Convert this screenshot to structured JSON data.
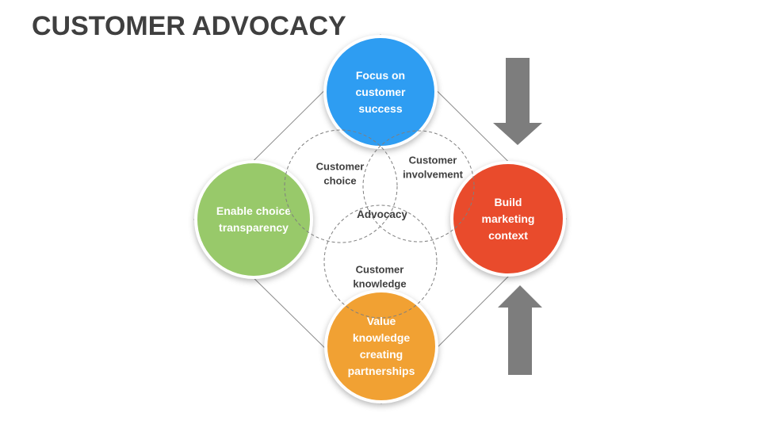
{
  "slide": {
    "title": "CUSTOMER ADVOCACY"
  },
  "nodes": {
    "top": {
      "label": "Focus on\ncustomer\nsuccess",
      "color": "#2e9df2"
    },
    "left": {
      "label": "Enable choice\ntransparency",
      "color": "#98c96a"
    },
    "right": {
      "label": "Build\nmarketing\ncontext",
      "color": "#e94b2c"
    },
    "bottom": {
      "label": "Value\nknowledge\ncreating\npartnerships",
      "color": "#f1a133"
    }
  },
  "venn": {
    "choice": "Customer\nchoice",
    "involvement": "Customer\ninvolvement",
    "advocacy": "Advocacy",
    "knowledge": "Customer\nknowledge"
  },
  "icons": {
    "down_arrow": "down-arrow",
    "up_arrow": "up-arrow"
  },
  "colors": {
    "title_text": "#3f3f3f",
    "label_text": "#3f3f3f",
    "node_text": "#ffffff",
    "node_ring": "#ffffff",
    "blue": "#2e9df2",
    "green": "#98c96a",
    "red": "#e94b2c",
    "orange": "#f1a133",
    "arrow_gray": "#7d7d7d",
    "dashed_gray": "#7f7f7f",
    "line_gray": "#8a8a8a",
    "background": "#ffffff"
  }
}
